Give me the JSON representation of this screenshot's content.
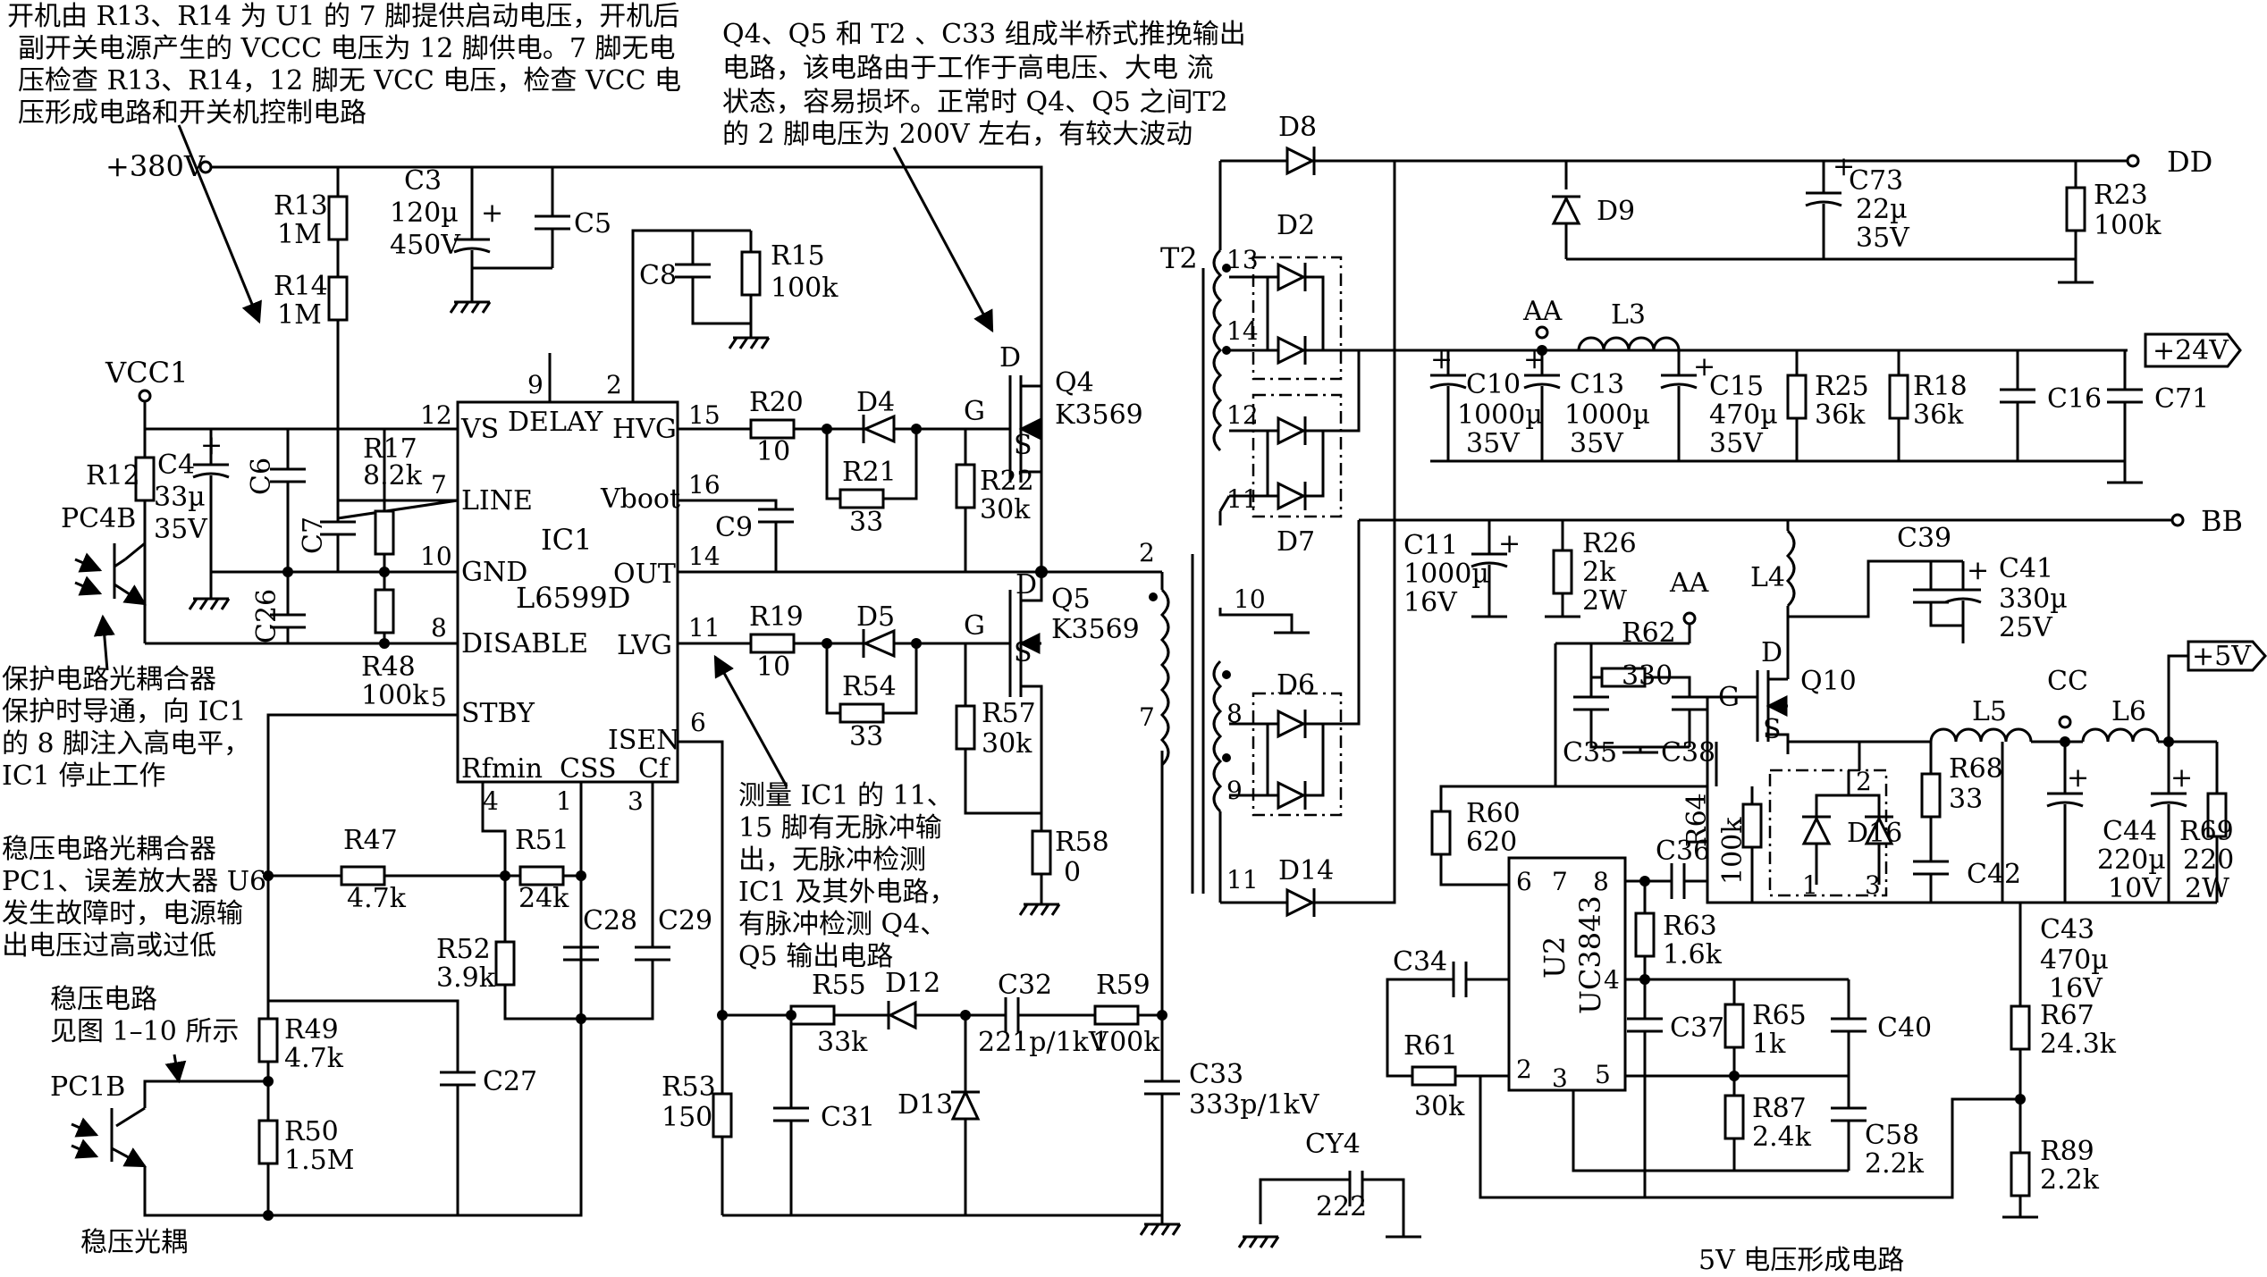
{
  "annotations": {
    "top_left": [
      "开机由 R13、R14 为 U1 的 7 脚提供启动电压，开机后",
      "副开关电源产生的 VCCC 电压为 12 脚供电。7 脚无电",
      "压检查 R13、R14，12 脚无 VCC 电压，检查 VCC 电",
      "压形成电路和开关机控制电路"
    ],
    "top_middle": [
      "Q4、Q5 和 T2 、C33 组成半桥式推挽输出",
      "电路，该电路由于工作于高电压、大电 流",
      "状态，容易损坏。正常时 Q4、Q5 之间T2",
      "的 2 脚电压为 200V 左右，有较大波动"
    ],
    "protect": [
      "保护电路光耦合器",
      "保护时导通，向 IC1",
      "的 8 脚注入高电平，",
      "IC1 停止工作"
    ],
    "regulator": [
      "稳压电路光耦合器",
      "PC1、误差放大器 U6",
      "发生故障时，电源输",
      "出电压过高或过低"
    ],
    "reg_ref": [
      "稳压电路",
      "见图 1–10 所示"
    ],
    "measure": [
      "测量 IC1 的 11、",
      "15 脚有无脉冲输",
      "出，无脉冲检测",
      "IC1 及其外电路，",
      "有脉冲检测 Q4、",
      "Q5 输出电路"
    ],
    "bottom_left": "稳压光耦",
    "bottom_right": "5V 电压形成电路"
  },
  "rails": {
    "v380": "+380V",
    "vcc1": "VCC1",
    "dd": "DD",
    "bb": "BB",
    "aa": "AA",
    "cc": "CC",
    "v24": "+24V",
    "v5": "+5V"
  },
  "ic1": {
    "name": "IC1",
    "part": "L6599D",
    "left_pins": [
      {
        "num": "12",
        "name": "VS"
      },
      {
        "num": "7",
        "name": "LINE"
      },
      {
        "num": "10",
        "name": "GND"
      },
      {
        "num": "8",
        "name": "DISABLE"
      },
      {
        "num": "5",
        "name": "STBY"
      }
    ],
    "right_pins": [
      {
        "num": "15",
        "name": "HVG"
      },
      {
        "num": "16",
        "name": "Vboot"
      },
      {
        "num": "14",
        "name": "OUT"
      },
      {
        "num": "11",
        "name": "LVG"
      },
      {
        "num": "6",
        "name": "ISEN"
      }
    ],
    "top_pins": [
      {
        "num": "9",
        "name": "DELAY"
      },
      {
        "num": "2",
        "name": ""
      }
    ],
    "bottom_pins": [
      {
        "num": "4",
        "name": "Rfmin"
      },
      {
        "num": "1",
        "name": "CSS"
      },
      {
        "num": "3",
        "name": "Cf"
      }
    ]
  },
  "u2": {
    "name": "U2",
    "part": "UC3843",
    "pins": [
      "6",
      "7",
      "8",
      "4",
      "2",
      "3",
      "5"
    ]
  },
  "components": {
    "R13": [
      "R13",
      "1M"
    ],
    "R14": [
      "R14",
      "1M"
    ],
    "C3": [
      "C3",
      "120µ",
      "450V"
    ],
    "C5": [
      "C5"
    ],
    "C8": [
      "C8"
    ],
    "R15": [
      "R15",
      "100k"
    ],
    "R12": [
      "R12"
    ],
    "C4": [
      "C4",
      "33µ",
      "35V"
    ],
    "C6": [
      "C6"
    ],
    "C7": [
      "C7"
    ],
    "C26": [
      "C26"
    ],
    "R17": [
      "R17",
      "8.2k"
    ],
    "R48": [
      "R48",
      "100k"
    ],
    "PC4B": [
      "PC4B"
    ],
    "R20": [
      "R20",
      "10"
    ],
    "D4": [
      "D4"
    ],
    "R21": [
      "R21",
      "33"
    ],
    "R22": [
      "R22",
      "30k"
    ],
    "C9": [
      "C9"
    ],
    "R19": [
      "R19",
      "10"
    ],
    "D5": [
      "D5"
    ],
    "R54": [
      "R54",
      "33"
    ],
    "R57": [
      "R57",
      "30k"
    ],
    "R58": [
      "R58",
      "0"
    ],
    "Q4": [
      "Q4",
      "K3569"
    ],
    "Q5": [
      "Q5",
      "K3569"
    ],
    "R47": [
      "R47",
      "4.7k"
    ],
    "R51": [
      "R51",
      "24k"
    ],
    "C28": [
      "C28"
    ],
    "C29": [
      "C29"
    ],
    "R52": [
      "R52",
      "3.9k"
    ],
    "R49": [
      "R49",
      "4.7k"
    ],
    "R50": [
      "R50",
      "1.5M"
    ],
    "C27": [
      "C27"
    ],
    "PC1B": [
      "PC1B"
    ],
    "R53": [
      "R53",
      "150"
    ],
    "R55": [
      "R55",
      "33k"
    ],
    "C31": [
      "C31"
    ],
    "D12": [
      "D12"
    ],
    "D13": [
      "D13"
    ],
    "C32": [
      "C32",
      "221p/1kV"
    ],
    "R59": [
      "R59",
      "100k"
    ],
    "C33": [
      "C33",
      "333p/1kV"
    ],
    "CY4": [
      "CY4",
      "222"
    ],
    "T2": [
      "T2"
    ],
    "D8": [
      "D8"
    ],
    "D2": [
      "D2"
    ],
    "D7": [
      "D7"
    ],
    "D6": [
      "D6"
    ],
    "D14": [
      "D14"
    ],
    "D9": [
      "D9"
    ],
    "C73": [
      "C73",
      "22µ",
      "35V"
    ],
    "R23": [
      "R23",
      "100k"
    ],
    "L3": [
      "L3"
    ],
    "C10": [
      "C10",
      "1000µ",
      "35V"
    ],
    "C13": [
      "C13",
      "1000µ",
      "35V"
    ],
    "C15": [
      "C15",
      "470µ",
      "35V"
    ],
    "R25": [
      "R25",
      "36k"
    ],
    "R18": [
      "R18",
      "36k"
    ],
    "C16": [
      "C16"
    ],
    "C71": [
      "C71"
    ],
    "C11": [
      "C11",
      "1000µ",
      "16V"
    ],
    "R26": [
      "R26",
      "2k",
      "2W"
    ],
    "L4": [
      "L4"
    ],
    "C39": [
      "C39"
    ],
    "C41": [
      "C41",
      "330µ",
      "25V"
    ],
    "R62": [
      "R62",
      "330"
    ],
    "C35": [
      "C35"
    ],
    "C38": [
      "C38"
    ],
    "Q10": [
      "Q10"
    ],
    "L5": [
      "L5"
    ],
    "L6": [
      "L6"
    ],
    "R68": [
      "R68",
      "33"
    ],
    "R64": [
      "R64",
      "100k"
    ],
    "D16": [
      "D16"
    ],
    "C42": [
      "C42"
    ],
    "C44": [
      "C44",
      "220µ",
      "10V"
    ],
    "R69": [
      "R69",
      "220",
      "2W"
    ],
    "R60": [
      "R60",
      "620"
    ],
    "C36": [
      "C36"
    ],
    "R63": [
      "R63",
      "1.6k"
    ],
    "C34": [
      "C34"
    ],
    "R61": [
      "R61",
      "30k"
    ],
    "C37": [
      "C37"
    ],
    "R65": [
      "R65",
      "1k"
    ],
    "C40": [
      "C40"
    ],
    "R87": [
      "R87",
      "2.4k"
    ],
    "C58": [
      "C58",
      "2.2k"
    ],
    "C43": [
      "C43",
      "470µ",
      "16V"
    ],
    "R67": [
      "R67",
      "24.3k"
    ],
    "R89": [
      "R89",
      "2.2k"
    ]
  },
  "transformer_pins": [
    "13",
    "14",
    "12",
    "11",
    "8",
    "9",
    "10",
    "2",
    "7"
  ],
  "pin_letters": {
    "d": "D",
    "g": "G",
    "s": "S"
  },
  "d16_pins": [
    "1",
    "2",
    "3"
  ]
}
